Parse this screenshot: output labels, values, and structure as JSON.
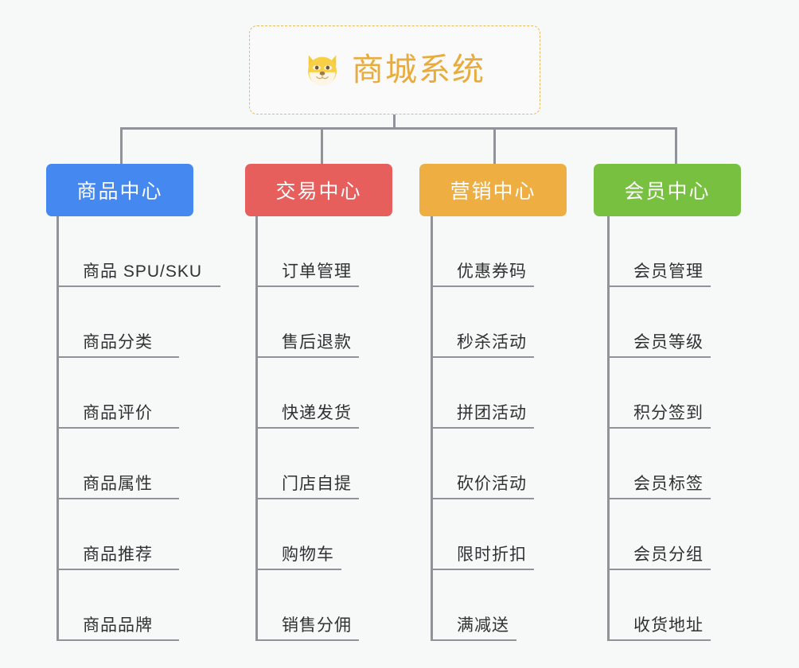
{
  "canvas": {
    "background": "#f7f8f8",
    "connector_color": "#909399"
  },
  "root": {
    "title": "商城系统",
    "icon": "dog-face-emoji",
    "text_color": "#e8ab3c",
    "border_color": "#e8b85a",
    "border_style": "dashed"
  },
  "branches": [
    {
      "label": "商品中心",
      "color": "#4589f0",
      "items": [
        "商品 SPU/SKU",
        "商品分类",
        "商品评价",
        "商品属性",
        "商品推荐",
        "商品品牌"
      ]
    },
    {
      "label": "交易中心",
      "color": "#e65f5c",
      "items": [
        "订单管理",
        "售后退款",
        "快递发货",
        "门店自提",
        "购物车",
        "销售分佣"
      ]
    },
    {
      "label": "营销中心",
      "color": "#efae41",
      "items": [
        "优惠券码",
        "秒杀活动",
        "拼团活动",
        "砍价活动",
        "限时折扣",
        "满减送"
      ]
    },
    {
      "label": "会员中心",
      "color": "#78c040",
      "items": [
        "会员管理",
        "会员等级",
        "积分签到",
        "会员标签",
        "会员分组",
        "收货地址"
      ]
    }
  ]
}
